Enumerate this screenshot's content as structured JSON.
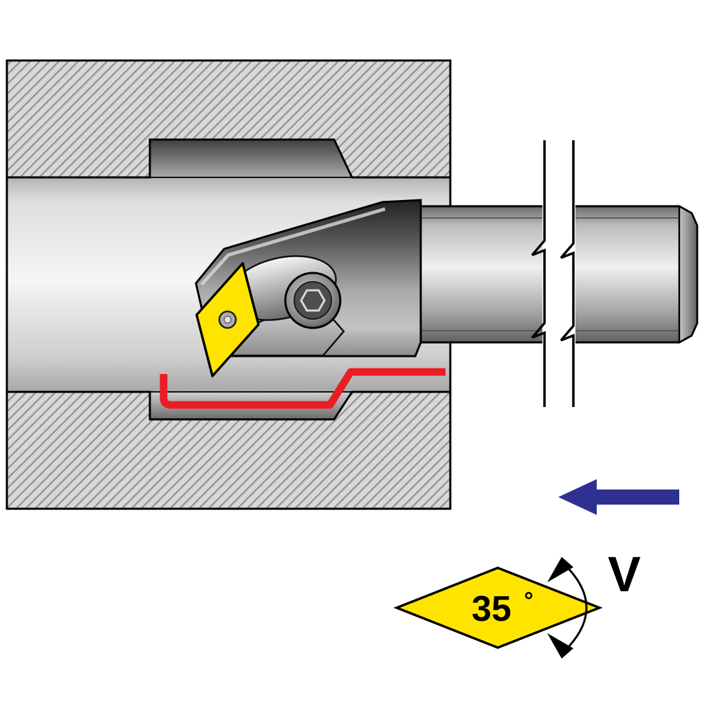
{
  "insert_symbol": {
    "angle_value": "35",
    "degree_sign": "°",
    "iso_letter": "V"
  },
  "feed_arrow_direction": "left",
  "colors": {
    "insert_yellow": "#FFE400",
    "toolpath_red": "#EC1C24",
    "feed_arrow_blue": "#2E3192",
    "outline_black": "#000000"
  }
}
